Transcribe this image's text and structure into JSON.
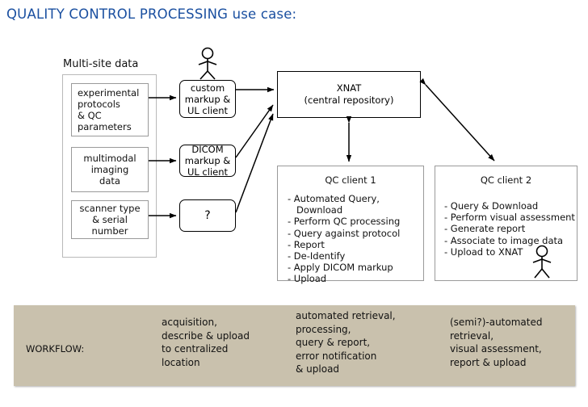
{
  "title": "QUALITY CONTROL PROCESSING use case:",
  "colors": {
    "title_blue": "#1a4fa0",
    "workflow_bar": "#c9c1ad",
    "box_border_gray": "#9a9a9a",
    "box_border_black": "#000000"
  },
  "sources": {
    "group_label": "Multi-site data",
    "items": [
      {
        "text": "experimental\nprotocols\n& QC\nparameters",
        "align": "left"
      },
      {
        "text": "multimodal\nimaging\ndata",
        "align": "center"
      },
      {
        "text": "scanner type\n& serial number",
        "align": "center"
      }
    ]
  },
  "clients": [
    {
      "name": "custom-markup-client",
      "text": "custom\nmarkup &\nUL client"
    },
    {
      "name": "dicom-markup-client",
      "text": "DICOM\nmarkup &\nUL client"
    },
    {
      "name": "unknown-client",
      "text": "?"
    }
  ],
  "repository": {
    "name": "XNAT",
    "subtitle": "(central repository)"
  },
  "qc_clients": [
    {
      "title": "QC client 1",
      "items": [
        "- Automated Query,",
        "   Download",
        "- Perform QC processing",
        "- Query against protocol",
        "- Report",
        "- De-Identify",
        "- Apply DICOM markup",
        "- Upload"
      ]
    },
    {
      "title": "QC client 2",
      "items": [
        "- Query & Download",
        "- Perform visual assessment",
        "- Generate report",
        "- Associate to image data",
        "- Upload to XNAT"
      ]
    }
  ],
  "workflow": {
    "label": "WORKFLOW:",
    "columns": [
      "acquisition,\ndescribe & upload\nto centralized\nlocation",
      "automated retrieval,\nprocessing,\nquery & report,\nerror notification\n& upload",
      "(semi?)-automated\nretrieval,\nvisual assessment,\nreport & upload"
    ]
  },
  "actors": [
    {
      "name": "actor-uploader"
    },
    {
      "name": "actor-reviewer"
    }
  ]
}
